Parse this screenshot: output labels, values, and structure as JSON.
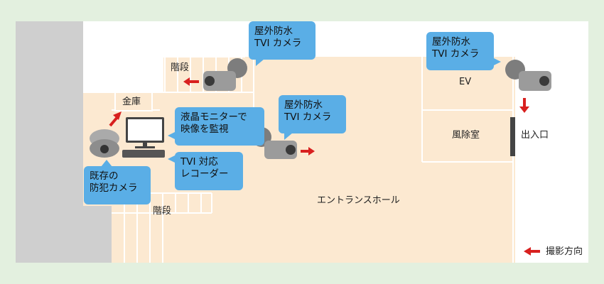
{
  "labels": {
    "safe": "金庫",
    "stairs_top": "階段",
    "stairs_bottom": "階段",
    "ev": "EV",
    "windbreak_room": "風除室",
    "entrance": "出入口",
    "entrance_hall": "エントランスホール",
    "legend": "撮影方向"
  },
  "bubbles": {
    "cam_outdoor_top": [
      "屋外防水",
      "TVI カメラ"
    ],
    "cam_outdoor_right": [
      "屋外防水",
      "TVI カメラ"
    ],
    "cam_outdoor_center": [
      "屋外防水",
      "TVI カメラ"
    ],
    "monitor": [
      "液晶モニターで",
      "映像を監視"
    ],
    "recorder": [
      "TVI 対応",
      "レコーダー"
    ],
    "existing_camera": [
      "既存の",
      "防犯カメラ"
    ]
  },
  "colors": {
    "background": "#e3f0df",
    "floor": "#fce9d1",
    "bubble": "#5aaee6",
    "arrow": "#d8201f",
    "wall": "#cfcfcf"
  }
}
